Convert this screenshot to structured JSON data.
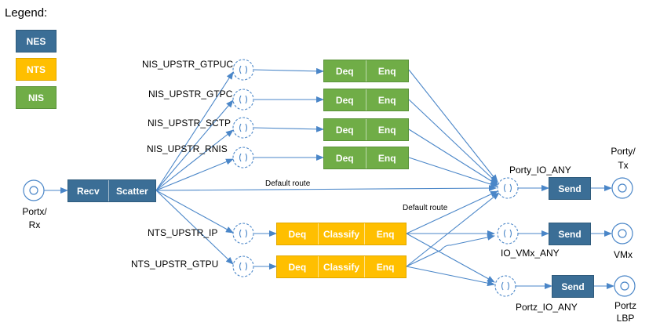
{
  "legend": {
    "title": "Legend:",
    "items": [
      {
        "label": "NES",
        "color": "#3b6e96"
      },
      {
        "label": "NTS",
        "color": "#ffbf00"
      },
      {
        "label": "NIS",
        "color": "#70ad47"
      }
    ]
  },
  "input_port": {
    "line1": "Portx/",
    "line2": "Rx"
  },
  "recv_block": {
    "recv": "Recv",
    "scatter": "Scatter"
  },
  "nis_queues": [
    {
      "name": "NIS_UPSTR_GTPUC",
      "deq": "Deq",
      "enq": "Enq"
    },
    {
      "name": "NIS_UPSTR_GTPC",
      "deq": "Deq",
      "enq": "Enq"
    },
    {
      "name": "NIS_UPSTR_SCTP",
      "deq": "Deq",
      "enq": "Enq"
    },
    {
      "name": "NIS_UPSTR_RNIS",
      "deq": "Deq",
      "enq": "Enq"
    }
  ],
  "nts_queues": [
    {
      "name": "NTS_UPSTR_IP",
      "deq": "Deq",
      "classify": "Classify",
      "enq": "Enq"
    },
    {
      "name": "NTS_UPSTR_GTPU",
      "deq": "Deq",
      "classify": "Classify",
      "enq": "Enq"
    }
  ],
  "route_labels": {
    "default_top": "Default route",
    "default_bottom": "Default route"
  },
  "output_queues": [
    {
      "name": "Porty_IO_ANY",
      "send": "Send",
      "port_line1": "Porty/",
      "port_line2": "Tx"
    },
    {
      "name": "IO_VMx_ANY",
      "send": "Send",
      "port_line1": "VMx",
      "port_line2": ""
    },
    {
      "name": "Portz_IO_ANY",
      "send": "Send",
      "port_line1": "Portz",
      "port_line2": "LBP"
    }
  ],
  "colors": {
    "nes": "#3b6e96",
    "nts": "#ffbf00",
    "nis": "#70ad47",
    "arrow": "#4a86c8"
  }
}
